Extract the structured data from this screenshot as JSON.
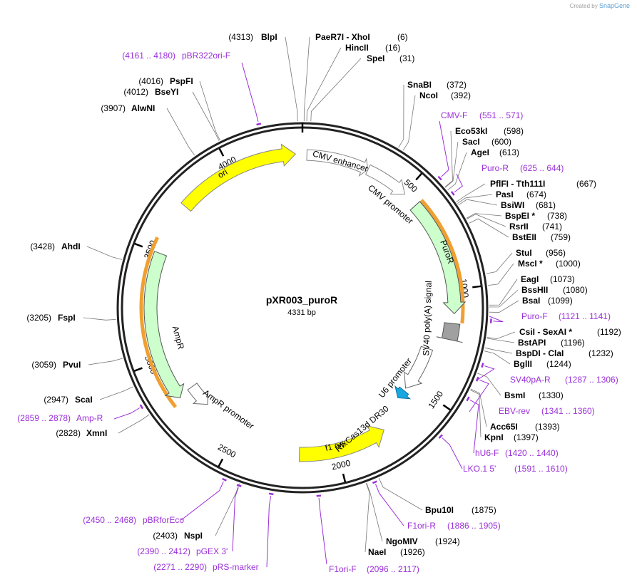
{
  "brand": {
    "created_by": "Created by",
    "product": "SnapGene"
  },
  "plasmid": {
    "name": "pXR003_puroR",
    "size": "4331 bp"
  },
  "colors": {
    "enzyme": "#000000",
    "primer": "#9b30d9",
    "yellow": "#ffff00",
    "green": "#ccffcc",
    "orange": "#f0a030",
    "gray": "#a0a0a0",
    "blue": "#18a8e0"
  },
  "ticks": [
    "500",
    "1000",
    "1500",
    "2000",
    "2500",
    "3000",
    "3500",
    "4000"
  ],
  "features": [
    {
      "label": "CMV enhancer"
    },
    {
      "label": "CMV promoter"
    },
    {
      "label": "PuroR"
    },
    {
      "label": "SV40 poly(A) signal"
    },
    {
      "label": "U6 promoter"
    },
    {
      "label": "RfxCas13d DR30"
    },
    {
      "label": "f1 ori"
    },
    {
      "label": "AmpR promoter"
    },
    {
      "label": "AmpR"
    },
    {
      "label": "ori"
    }
  ],
  "enzymes": [
    {
      "pos": "(4313)",
      "name": "BlpI"
    },
    {
      "pos": "(6)",
      "name": "PaeR7I  - XhoI"
    },
    {
      "pos": "(16)",
      "name": "HincII"
    },
    {
      "pos": "(31)",
      "name": "SpeI"
    },
    {
      "pos": "(372)",
      "name": "SnaBI"
    },
    {
      "pos": "(392)",
      "name": "NcoI"
    },
    {
      "pos": "(598)",
      "name": "Eco53kI"
    },
    {
      "pos": "(600)",
      "name": "SacI"
    },
    {
      "pos": "(613)",
      "name": "AgeI"
    },
    {
      "pos": "(667)",
      "name": "PflFI  - Tth111I"
    },
    {
      "pos": "(674)",
      "name": "PasI"
    },
    {
      "pos": "(681)",
      "name": "BsiWI"
    },
    {
      "pos": "(738)",
      "name": "BspEI *"
    },
    {
      "pos": "(741)",
      "name": "RsrII"
    },
    {
      "pos": "(759)",
      "name": "BstEII"
    },
    {
      "pos": "(956)",
      "name": "StuI"
    },
    {
      "pos": "(1000)",
      "name": "MscI *"
    },
    {
      "pos": "(1073)",
      "name": "EagI"
    },
    {
      "pos": "(1080)",
      "name": "BssHII"
    },
    {
      "pos": "(1099)",
      "name": "BsaI"
    },
    {
      "pos": "(1192)",
      "name": "CsiI  - SexAI *"
    },
    {
      "pos": "(1196)",
      "name": "BstAPI"
    },
    {
      "pos": "(1232)",
      "name": "BspDI  - ClaI"
    },
    {
      "pos": "(1244)",
      "name": "BglII"
    },
    {
      "pos": "(1330)",
      "name": "BsmI"
    },
    {
      "pos": "(1393)",
      "name": "Acc65I"
    },
    {
      "pos": "(1397)",
      "name": "KpnI"
    },
    {
      "pos": "(1875)",
      "name": "Bpu10I"
    },
    {
      "pos": "(1924)",
      "name": "NgoMIV"
    },
    {
      "pos": "(1926)",
      "name": "NaeI"
    },
    {
      "pos": "(2403)",
      "name": "NspI"
    },
    {
      "pos": "(2828)",
      "name": "XmnI"
    },
    {
      "pos": "(2947)",
      "name": "ScaI"
    },
    {
      "pos": "(3059)",
      "name": "PvuI"
    },
    {
      "pos": "(3205)",
      "name": "FspI"
    },
    {
      "pos": "(3428)",
      "name": "AhdI"
    },
    {
      "pos": "(3907)",
      "name": "AlwNI"
    },
    {
      "pos": "(4012)",
      "name": "BseYI"
    },
    {
      "pos": "(4016)",
      "name": "PspFI"
    }
  ],
  "primers": [
    {
      "range": "(4161 .. 4180)",
      "name": "pBR322ori-F"
    },
    {
      "range": "(551 .. 571)",
      "name": "CMV-F"
    },
    {
      "range": "(625 .. 644)",
      "name": "Puro-R"
    },
    {
      "range": "(1121 .. 1141)",
      "name": "Puro-F"
    },
    {
      "range": "(1287 .. 1306)",
      "name": "SV40pA-R"
    },
    {
      "range": "(1341 .. 1360)",
      "name": "EBV-rev"
    },
    {
      "range": "(1420 .. 1440)",
      "name": "hU6-F"
    },
    {
      "range": "(1591 .. 1610)",
      "name": "LKO.1 5'"
    },
    {
      "range": "(1886 .. 1905)",
      "name": "F1ori-R"
    },
    {
      "range": "(2096 .. 2117)",
      "name": "F1ori-F"
    },
    {
      "range": "(2271 .. 2290)",
      "name": "pRS-marker"
    },
    {
      "range": "(2390 .. 2412)",
      "name": "pGEX 3'"
    },
    {
      "range": "(2450 .. 2468)",
      "name": "pBRforEco"
    },
    {
      "range": "(2859 .. 2878)",
      "name": "Amp-R"
    }
  ]
}
